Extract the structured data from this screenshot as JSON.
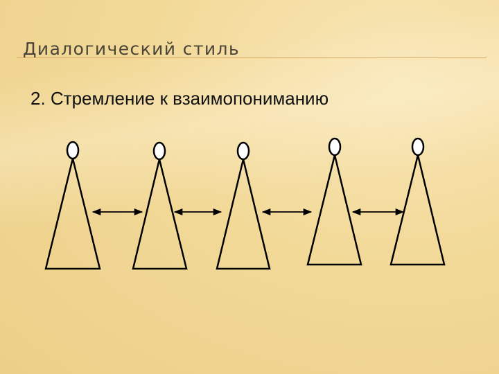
{
  "slide": {
    "title": "Диалогический стиль",
    "subtitle": "2. Стремление к взаимопониманию"
  },
  "diagram": {
    "figures": [
      "figure-1",
      "figure-2",
      "figure-3",
      "figure-4",
      "figure-5"
    ],
    "connections": [
      {
        "from": 0,
        "to": 1,
        "type": "bidirectional"
      },
      {
        "from": 1,
        "to": 2,
        "type": "bidirectional"
      },
      {
        "from": 2,
        "to": 3,
        "type": "bidirectional"
      },
      {
        "from": 3,
        "to": 4,
        "type": "bidirectional"
      }
    ],
    "colors": {
      "stroke": "#000000",
      "head_fill": "#ffffff",
      "background": "#f1d896"
    }
  }
}
